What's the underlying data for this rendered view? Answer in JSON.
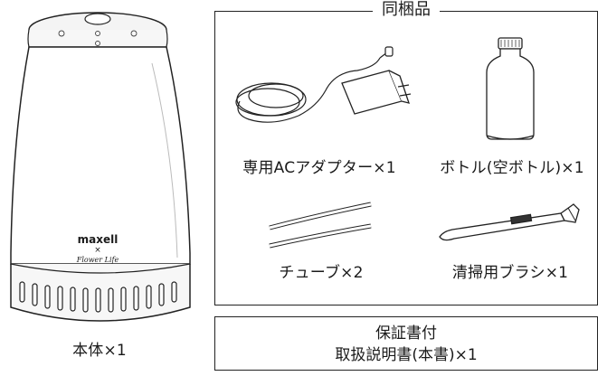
{
  "main_unit": {
    "brand": "maxell",
    "collab_x": "×",
    "collab_brand": "Flower Life",
    "label": "本体×1"
  },
  "contents_box": {
    "title": "同梱品",
    "items": [
      {
        "label": "専用ACアダプター×1",
        "icon": "ac-adapter"
      },
      {
        "label": "ボトル(空ボトル)×1",
        "icon": "bottle"
      },
      {
        "label": "チューブ×2",
        "icon": "tubes"
      },
      {
        "label": "清掃用ブラシ×1",
        "icon": "cleaning-brush"
      }
    ]
  },
  "docs_box": {
    "line1": "保証書付",
    "line2": "取扱説明書(本書)×1"
  }
}
